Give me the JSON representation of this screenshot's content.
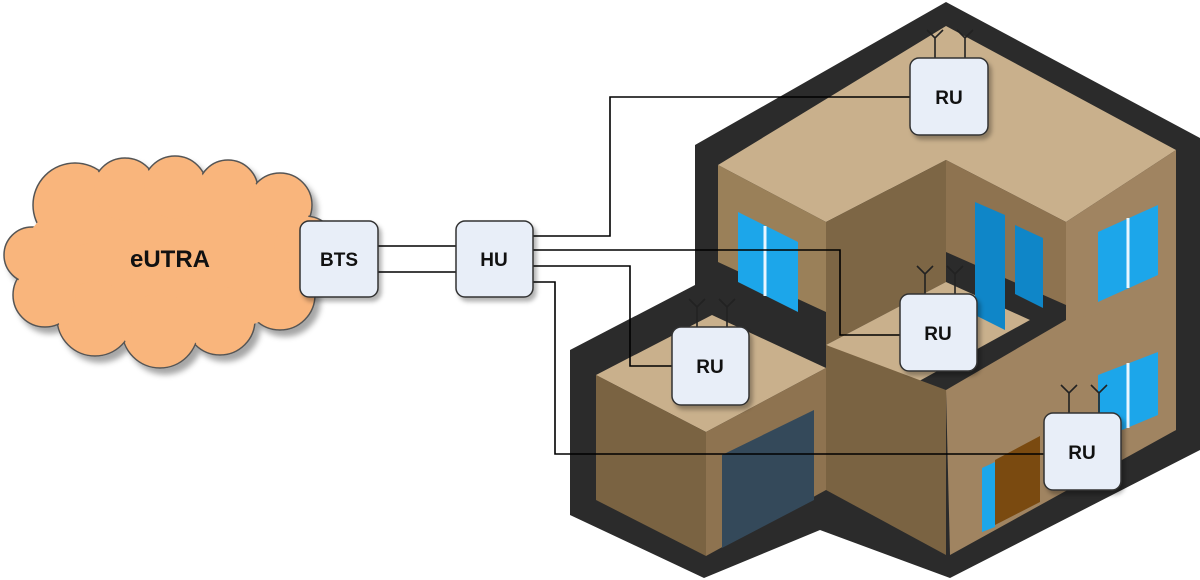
{
  "cloud": {
    "label": "eUTRA"
  },
  "bts": {
    "label": "BTS"
  },
  "hub": {
    "label": "HU"
  },
  "radio_units": [
    {
      "label": "RU"
    },
    {
      "label": "RU"
    },
    {
      "label": "RU"
    },
    {
      "label": "RU"
    }
  ],
  "colors": {
    "cloud_fill": "#f9b57b",
    "cloud_stroke": "#555555",
    "box_fill": "#e8eef8",
    "box_stroke": "#333333",
    "wire": "#000000",
    "building_outline": "#2b2b2b",
    "wall_dark": "#7a6342",
    "wall_mid": "#9a8059",
    "roof": "#c9b08c",
    "window": "#1ca6ea",
    "door": "#7a4a10",
    "garage_door": "#34495a"
  }
}
